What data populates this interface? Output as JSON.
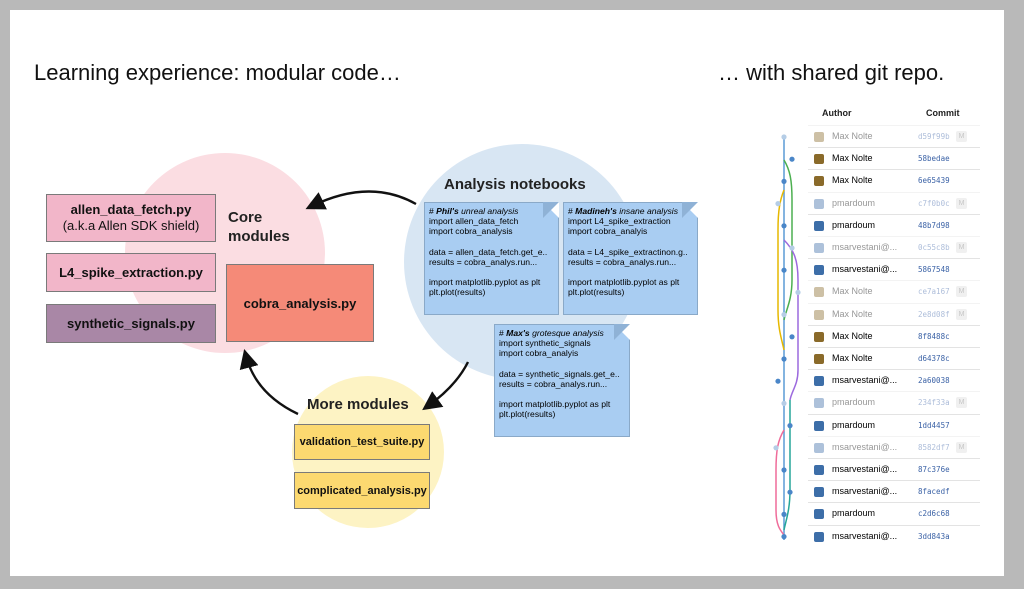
{
  "titles": {
    "left": "Learning experience: modular code…",
    "right": "… with shared git repo."
  },
  "colors": {
    "core_circle": "#fbdde2",
    "notebook_circle": "#d8e6f3",
    "more_circle": "#fdf3c4",
    "pink_module": "#f2b6c9",
    "purple_module": "#a987a6",
    "salmon_module": "#f58a78",
    "yellow_module": "#fcd970",
    "note_fill": "#a9cdf2"
  },
  "core": {
    "label": "Core modules",
    "label_line1": "Core",
    "label_line2": "modules",
    "modules": [
      {
        "line1": "allen_data_fetch.py",
        "line2": "(a.k.a Allen SDK shield)"
      },
      {
        "line1": "L4_spike_extraction.py"
      },
      {
        "line1": "synthetic_signals.py"
      }
    ],
    "central_module": "cobra_analysis.py"
  },
  "notebooks": {
    "label": "Analysis notebooks",
    "notes": [
      {
        "comment_prefix": "# ",
        "author": "Phil's",
        "adjective": " unreal analysis",
        "lines_a": [
          "import allen_data_fetch",
          "import cobra_analysis"
        ],
        "lines_b": [
          "data = allen_data_fetch.get_e..",
          "results = cobra_analys.run..."
        ],
        "lines_c": [
          "import matplotlib.pyplot as plt",
          "plt.plot(results)"
        ]
      },
      {
        "comment_prefix": "# ",
        "author": "Madineh's",
        "adjective": " insane analysis",
        "lines_a": [
          "import L4_spike_extraction",
          "import cobra_analyis"
        ],
        "lines_b": [
          "data = L4_spike_extractinon.g..",
          "results = cobra_analys.run..."
        ],
        "lines_c": [
          "import matplotlib.pyplot as plt",
          "plt.plot(results)"
        ]
      },
      {
        "comment_prefix": "# ",
        "author": "Max's",
        "adjective": " grotesque analysis",
        "lines_a": [
          "import synthetic_signals",
          "import cobra_analyis"
        ],
        "lines_b": [
          "data = synthetic_signals.get_e..",
          "results = cobra_analys.run..."
        ],
        "lines_c": [
          "import matplotlib.pyplot as plt",
          "plt.plot(results)"
        ]
      }
    ]
  },
  "more": {
    "label": "More modules",
    "modules": [
      "validation_test_suite.py",
      "complicated_analysis.py"
    ]
  },
  "git": {
    "header_author": "Author",
    "header_commit": "Commit",
    "badge": "M",
    "rows": [
      {
        "author": "Max Nolte",
        "commit": "d59f99b",
        "faded": true,
        "badge": true,
        "avatar": "logo"
      },
      {
        "author": "Max Nolte",
        "commit": "58bedae",
        "faded": false,
        "badge": false,
        "avatar": "logo"
      },
      {
        "author": "Max Nolte",
        "commit": "6e65439",
        "faded": false,
        "badge": false,
        "avatar": "logo"
      },
      {
        "author": "pmardoum",
        "commit": "c7f0b0c",
        "faded": true,
        "badge": true,
        "avatar": "person"
      },
      {
        "author": "pmardoum",
        "commit": "48b7d98",
        "faded": false,
        "badge": false,
        "avatar": "person"
      },
      {
        "author": "msarvestani@...",
        "commit": "0c55c8b",
        "faded": true,
        "badge": true,
        "avatar": "person"
      },
      {
        "author": "msarvestani@...",
        "commit": "5867548",
        "faded": false,
        "badge": false,
        "avatar": "person"
      },
      {
        "author": "Max Nolte",
        "commit": "ce7a167",
        "faded": true,
        "badge": true,
        "avatar": "logo"
      },
      {
        "author": "Max Nolte",
        "commit": "2e8d08f",
        "faded": true,
        "badge": true,
        "avatar": "logo"
      },
      {
        "author": "Max Nolte",
        "commit": "8f8488c",
        "faded": false,
        "badge": false,
        "avatar": "logo"
      },
      {
        "author": "Max Nolte",
        "commit": "d64378c",
        "faded": false,
        "badge": false,
        "avatar": "logo"
      },
      {
        "author": "msarvestani@...",
        "commit": "2a60038",
        "faded": false,
        "badge": false,
        "avatar": "person"
      },
      {
        "author": "pmardoum",
        "commit": "234f33a",
        "faded": true,
        "badge": true,
        "avatar": "person"
      },
      {
        "author": "pmardoum",
        "commit": "1dd4457",
        "faded": false,
        "badge": false,
        "avatar": "person"
      },
      {
        "author": "msarvestani@...",
        "commit": "8582df7",
        "faded": true,
        "badge": true,
        "avatar": "person"
      },
      {
        "author": "msarvestani@...",
        "commit": "87c376e",
        "faded": false,
        "badge": false,
        "avatar": "person"
      },
      {
        "author": "msarvestani@...",
        "commit": "8facedf",
        "faded": false,
        "badge": false,
        "avatar": "person"
      },
      {
        "author": "pmardoum",
        "commit": "c2d6c68",
        "faded": false,
        "badge": false,
        "avatar": "person"
      },
      {
        "author": "msarvestani@...",
        "commit": "3dd843a",
        "faded": false,
        "badge": false,
        "avatar": "person"
      }
    ]
  }
}
